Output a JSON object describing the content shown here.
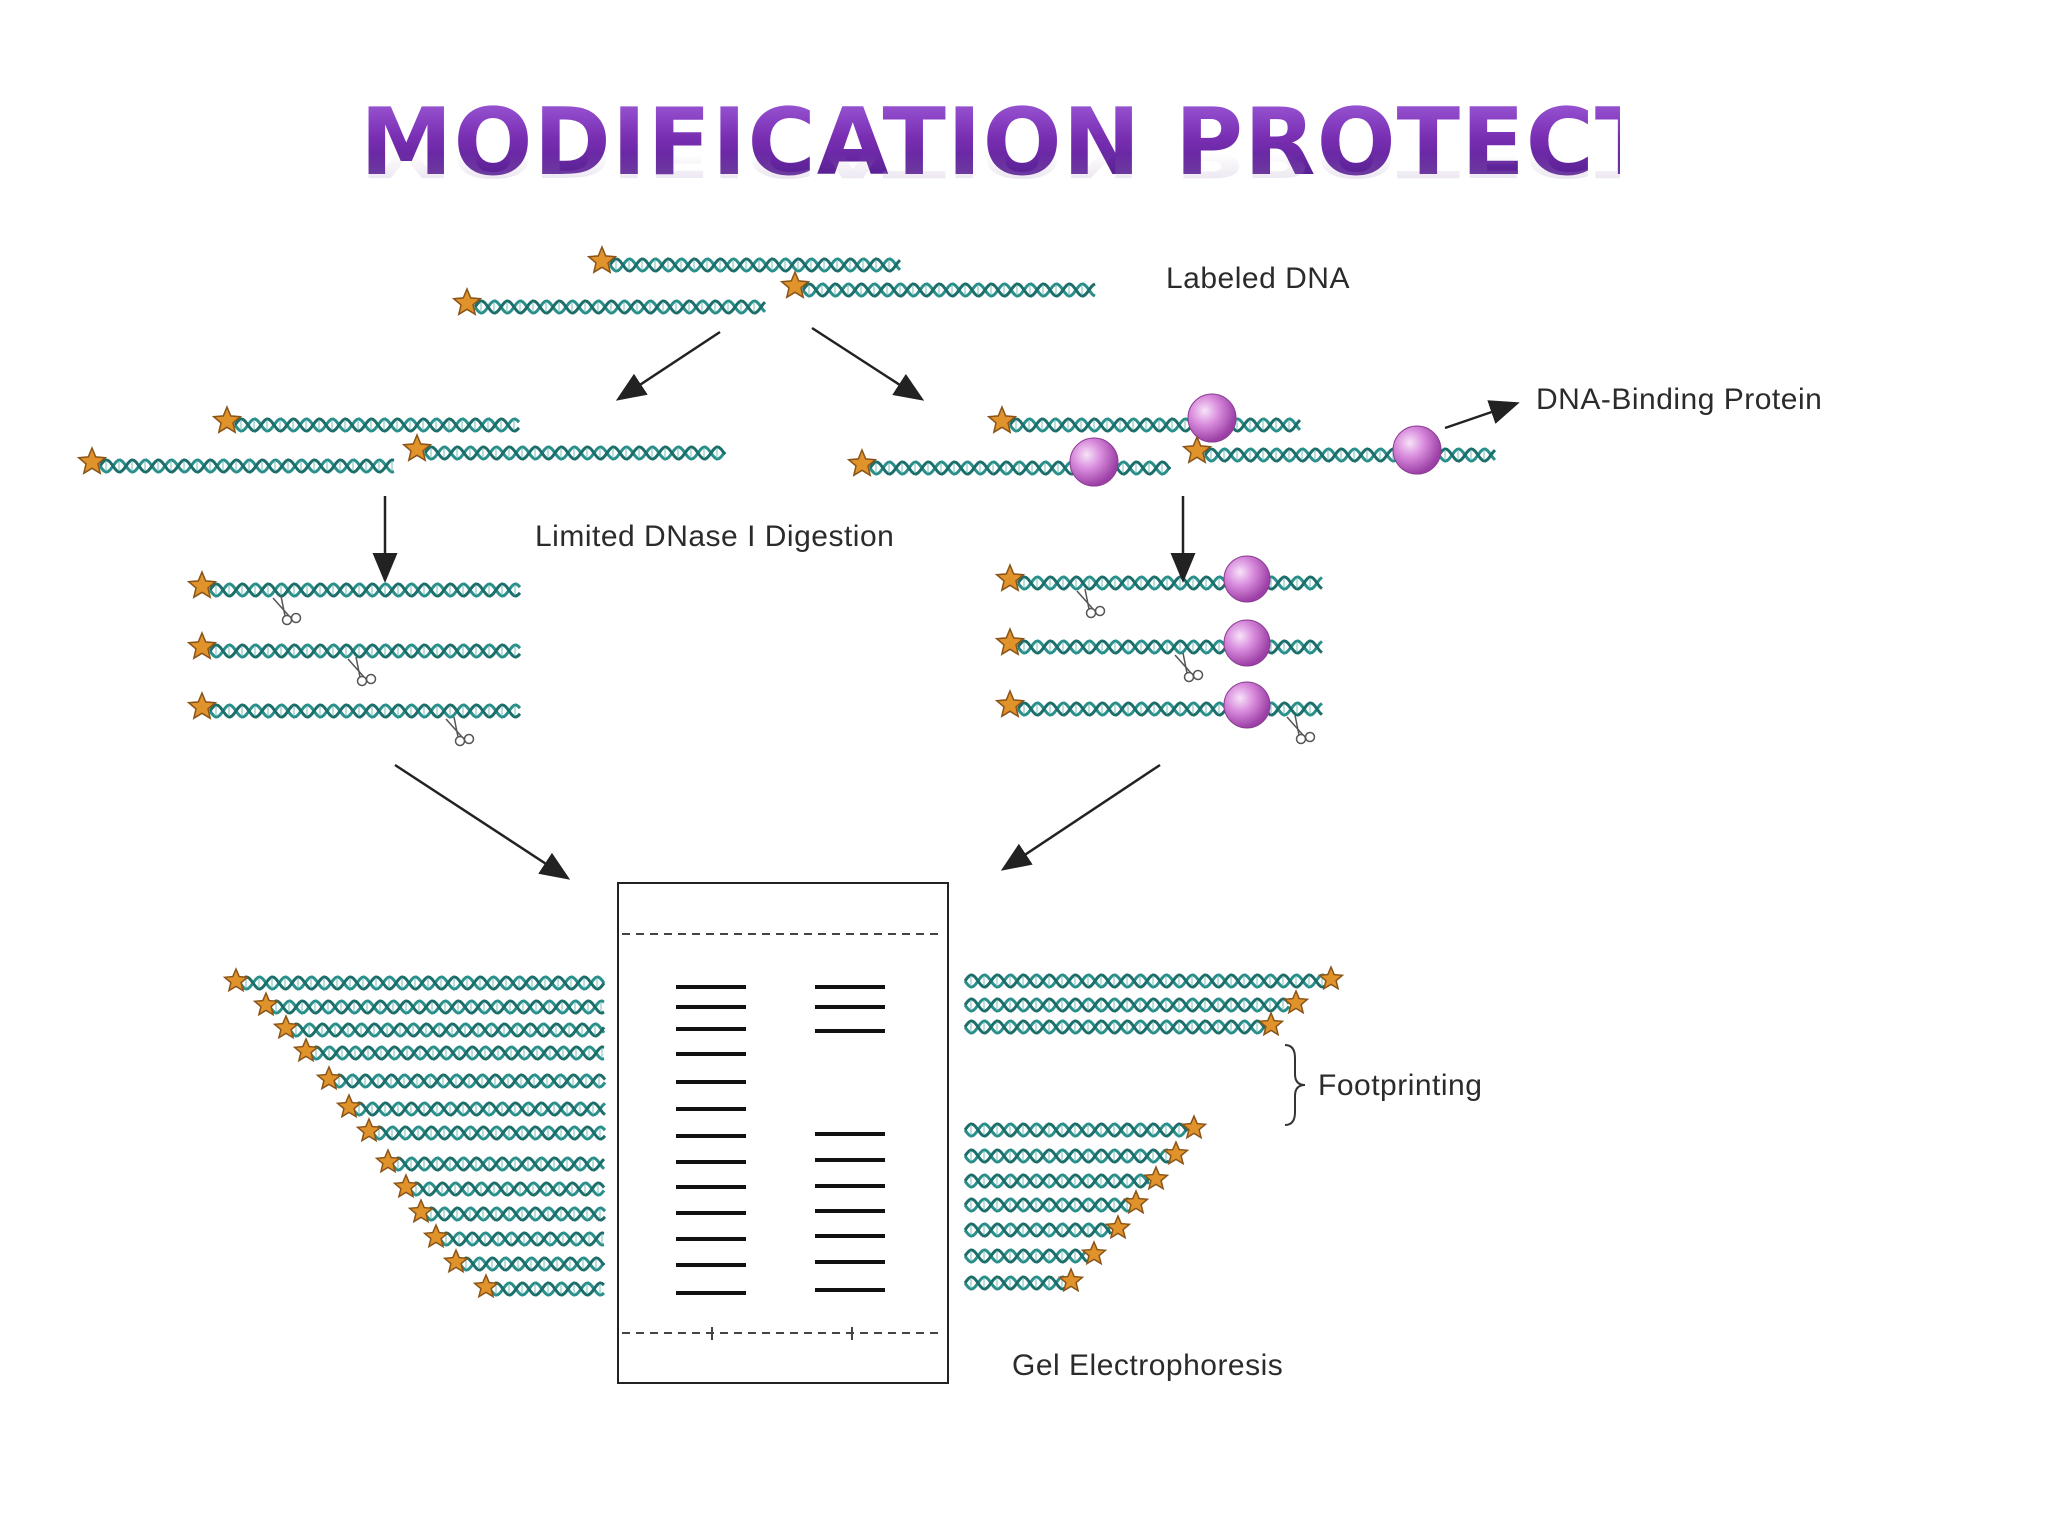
{
  "title": "MODIFICATION PROTECTION",
  "labels": {
    "labeled_dna": "Labeled DNA",
    "dna_binding_protein": "DNA-Binding Protein",
    "limited_digestion": "Limited DNase I Digestion",
    "footprinting": "Footprinting",
    "gel_electrophoresis": "Gel Electrophoresis"
  },
  "colors": {
    "title": "#7a2fb3",
    "dna_strand": "#2a8f8a",
    "label_star": "#e0932a",
    "protein": "#d07ad8",
    "arrow": "#222222"
  },
  "icons": {
    "label": "star-icon",
    "protein": "protein-sphere-icon",
    "cut": "scissors-icon"
  }
}
